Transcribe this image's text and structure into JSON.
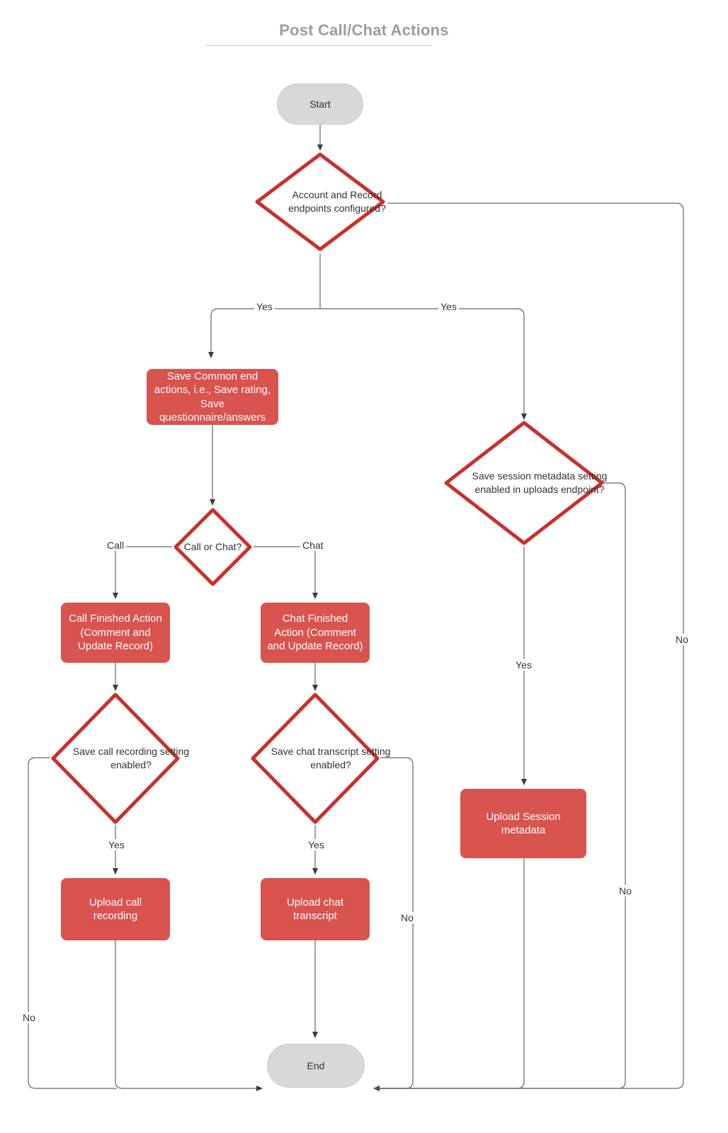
{
  "diagram": {
    "title": "Post Call/Chat Actions",
    "palette": {
      "process_fill": "#d9534f",
      "decision_stroke": "#c9302c",
      "terminator_fill": "#d8d8d8",
      "edge_stroke": "#666666",
      "title_color": "#9a9ca8"
    },
    "nodes": {
      "start": {
        "label": "Start",
        "type": "terminator"
      },
      "d_endpoints": {
        "label": "Account and Record endpoints configured?",
        "type": "decision"
      },
      "p_common": {
        "label": "Save Common end actions, i.e., Save rating, Save questionnaire/answers",
        "type": "process"
      },
      "d_call_or_chat": {
        "label": "Call or Chat?",
        "type": "decision"
      },
      "p_call_finished": {
        "label": "Call Finished Action (Comment and Update Record)",
        "type": "process"
      },
      "p_chat_finished": {
        "label": "Chat Finished Action (Comment and Update Record)",
        "type": "process"
      },
      "d_call_recording": {
        "label": "Save call recording setting enabled?",
        "type": "decision"
      },
      "d_chat_transcript": {
        "label": "Save chat transcript setting enabled?",
        "type": "decision"
      },
      "p_upload_call": {
        "label": "Upload call recording",
        "type": "process"
      },
      "p_upload_chat": {
        "label": "Upload chat transcript",
        "type": "process"
      },
      "d_session_meta": {
        "label": "Save session metadata setting enabled in uploads endpoint?",
        "type": "decision"
      },
      "p_upload_meta": {
        "label": "Upload Session metadata",
        "type": "process"
      },
      "end": {
        "label": "End",
        "type": "terminator"
      }
    },
    "edge_labels": {
      "endpoints_yes_left": "Yes",
      "endpoints_yes_right": "Yes",
      "endpoints_no": "No",
      "branch_call": "Call",
      "branch_chat": "Chat",
      "call_recording_yes": "Yes",
      "call_recording_no": "No",
      "chat_transcript_yes": "Yes",
      "chat_transcript_no": "No",
      "session_meta_yes": "Yes",
      "session_meta_no": "No"
    }
  }
}
